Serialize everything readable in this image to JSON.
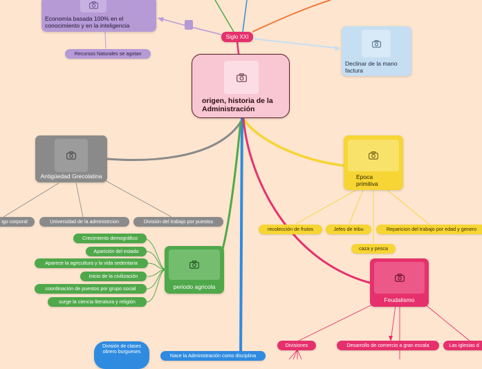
{
  "colors": {
    "background": "#fde5cf",
    "central": "#f9c7d4",
    "purple": "#b69ad6",
    "gray": "#8a8a8a",
    "yellow": "#f6d534",
    "green": "#4fa84a",
    "pink": "#e6306c",
    "blue": "#2f8be0",
    "lightblue": "#c6def2"
  },
  "central": {
    "title": "origen, historia de la Administración",
    "icon": "camera-icon"
  },
  "siglo_xxi": {
    "label": "Siglo XXI",
    "economia": "Economía basada 100% en el conocimiento y en la inteligencia",
    "recursos": "Recursos Naturales se agotan",
    "declinar": "Declinar de la mano factura"
  },
  "antiguedad": {
    "title": "Antigüedad Grecolatina",
    "children": [
      "igo corporal",
      "Universidad de la administrcion",
      "División del trabajo por puestos"
    ]
  },
  "primitiva": {
    "title": "Epoca primitiva",
    "children": [
      "recolección de frutos",
      "Jefes de tribu",
      "Reparicion del trabajo por edad y genero",
      "caza y pesca"
    ]
  },
  "agricola": {
    "title": "periodo agricola",
    "children": [
      "Crecimiento demográfico",
      "Aparición del estado",
      "Aparece la agricultura y la vida  sedentaria",
      "Inicio de la civilización",
      "coordinación de puestos por grupo social",
      "surge la ciencia literatura y religión"
    ]
  },
  "feudalismo": {
    "title": "Feudalismo",
    "children": [
      "Divisiones",
      "Desarrollo de comercio a gran escala",
      "Las iglesias d"
    ]
  },
  "bottom": {
    "division_clases": "División de clases obrero burgueses",
    "nace_admin": "Nace la Administración como disciplina"
  }
}
